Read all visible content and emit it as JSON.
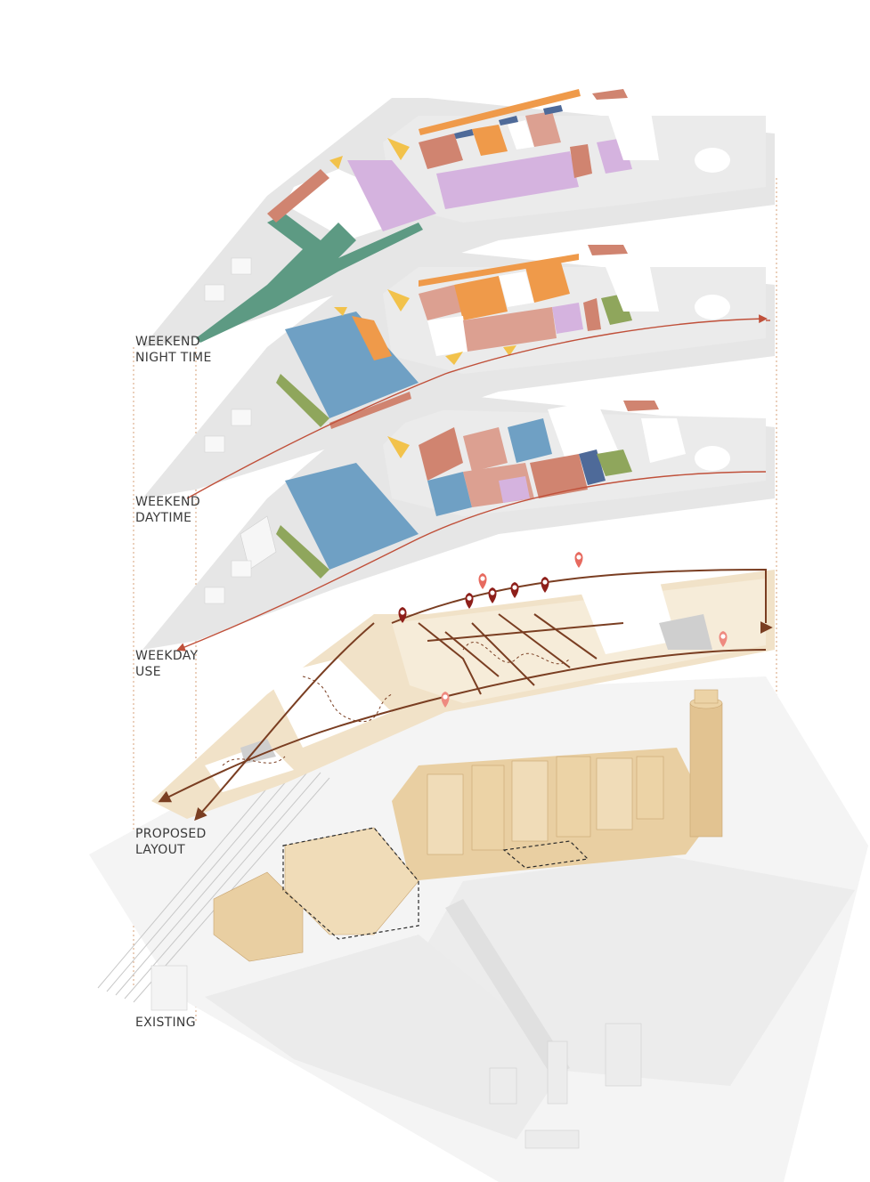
{
  "layers": [
    {
      "id": "weekend-night",
      "line1": "WEEKEND",
      "line2": "NIGHT TIME"
    },
    {
      "id": "weekend-day",
      "line1": "WEEKEND",
      "line2": "DAYTIME"
    },
    {
      "id": "weekday",
      "line1": "WEEKDAY",
      "line2": "USE"
    },
    {
      "id": "proposed",
      "line1": "PROPOSED",
      "line2": "LAYOUT"
    },
    {
      "id": "existing",
      "line1": "EXISTING",
      "line2": ""
    }
  ],
  "colors": {
    "plate": "#e6e6e6",
    "plate_edge": "#d8d8d8",
    "block_white": "#ffffff",
    "orange": "#ef9a4a",
    "terracotta": "#d08470",
    "rose": "#dca091",
    "purple": "#d5b3df",
    "blue": "#6fa0c4",
    "navy": "#4e6a99",
    "green": "#5d9a83",
    "olive": "#8fa65c",
    "yellow": "#f2c24b",
    "route_red": "#c0503a",
    "route_brown": "#7a3e22",
    "pin_red": "#b52a24",
    "pin_pink": "#ee8a80",
    "beige": "#f1e2c8",
    "building": "#e9cfa2",
    "building_dark": "#c9a571",
    "ground": "#f4f4f4",
    "water": "#e9e9e9",
    "dashed_guide": "#d7a27a"
  }
}
